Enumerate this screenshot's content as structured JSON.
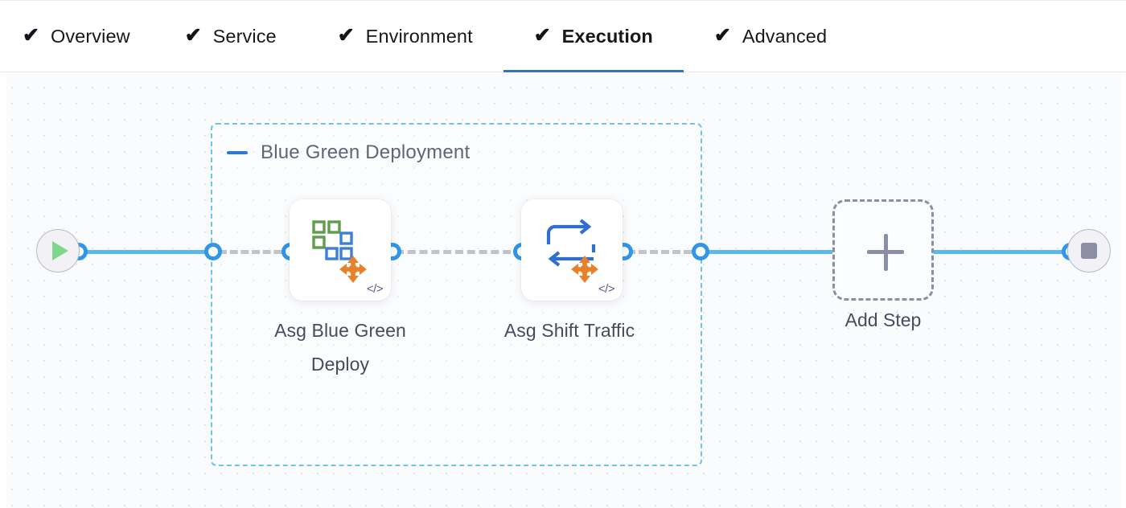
{
  "tabs": [
    {
      "label": "Overview",
      "check": "✔",
      "active": false
    },
    {
      "label": "Service",
      "check": "✔",
      "active": false
    },
    {
      "label": "Environment",
      "check": "✔",
      "active": false
    },
    {
      "label": "Execution",
      "check": "✔",
      "active": true
    },
    {
      "label": "Advanced",
      "check": "✔",
      "active": false
    }
  ],
  "canvas": {
    "start_node": {
      "name": "start-node",
      "icon": "play-icon"
    },
    "end_node": {
      "name": "end-node",
      "icon": "stop-icon"
    },
    "group": {
      "title": "Blue Green Deployment",
      "collapse_icon": "minus-icon"
    },
    "steps": [
      {
        "label": "Asg Blue Green Deploy",
        "icon": "asg-blue-green-deploy-icon",
        "badge": "</>"
      },
      {
        "label": "Asg Shift Traffic",
        "icon": "asg-shift-traffic-icon",
        "badge": "</>"
      }
    ],
    "add_step": {
      "label": "Add Step",
      "icon": "plus-icon"
    }
  },
  "colors": {
    "accent_blue": "#3272c7",
    "edge_blue": "#5bb8ee",
    "port_blue": "#2f96e8",
    "group_border": "#6cc3ef",
    "dashed_gray": "#c0c3cc",
    "text_slate": "#474b5c",
    "play_green": "#7fd68d",
    "stop_gray": "#8b8fa3",
    "icon_orange": "#e8802a",
    "icon_green": "#5d9e48",
    "icon_blue": "#3d7fd6",
    "canvas_bg": "#fafbfd"
  }
}
